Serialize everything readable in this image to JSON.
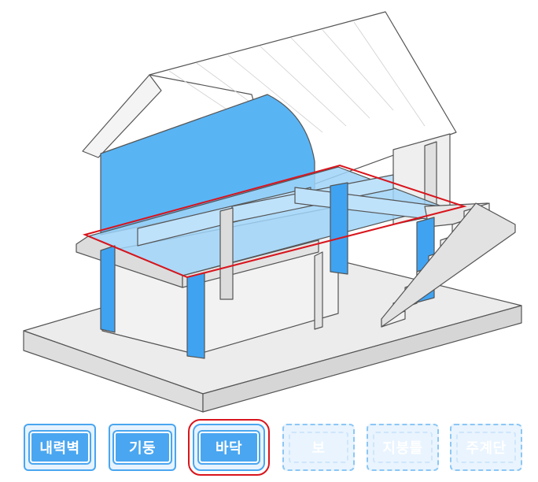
{
  "buttons": [
    {
      "label": "내력벽",
      "state": "active"
    },
    {
      "label": "기둥",
      "state": "active"
    },
    {
      "label": "바닥",
      "state": "active",
      "selected": true
    },
    {
      "label": "보",
      "state": "inactive"
    },
    {
      "label": "지붕틀",
      "state": "inactive"
    },
    {
      "label": "주계단",
      "state": "inactive"
    }
  ],
  "colors": {
    "highlight_blue": "#4aa6f0",
    "light_blue": "#9fd0f6",
    "selection_red": "#d9141c",
    "structure_gray": "#e6e6e6",
    "outline": "#555555"
  }
}
